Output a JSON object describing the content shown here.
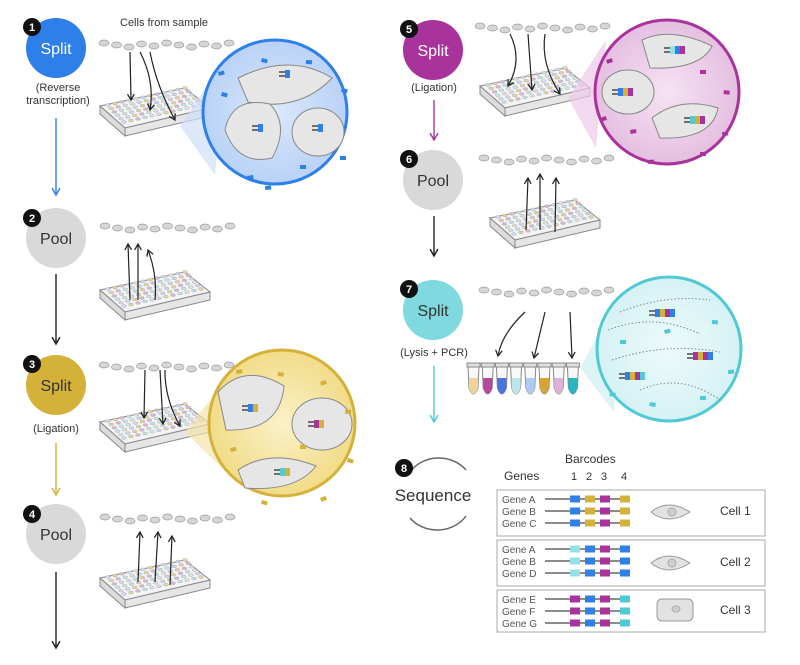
{
  "steps": [
    {
      "num": "1",
      "label": "Split",
      "sub": "(Reverse transcription)",
      "sub_l1": "(Reverse",
      "sub_l2": "transcription)",
      "color": "#2f7fe8"
    },
    {
      "num": "2",
      "label": "Pool",
      "color": "#d9d9d9"
    },
    {
      "num": "3",
      "label": "Split",
      "sub": "(Ligation)",
      "color": "#d4b23a"
    },
    {
      "num": "4",
      "label": "Pool",
      "color": "#d9d9d9"
    },
    {
      "num": "5",
      "label": "Split",
      "sub": "(Ligation)",
      "color": "#a8339b"
    },
    {
      "num": "6",
      "label": "Pool",
      "color": "#d9d9d9"
    },
    {
      "num": "7",
      "label": "Split",
      "sub": "(Lysis + PCR)",
      "color": "#7fd9df"
    },
    {
      "num": "8",
      "label": "Sequence"
    }
  ],
  "cells_from_sample": "Cells from sample",
  "table": {
    "genes_header": "Genes",
    "barcodes_header": "Barcodes",
    "barcode_numbers": [
      "1",
      "2",
      "3",
      "4"
    ],
    "groups": [
      {
        "cell": "Cell 1",
        "genes": [
          "Gene A",
          "Gene B",
          "Gene C"
        ]
      },
      {
        "cell": "Cell 2",
        "genes": [
          "Gene A",
          "Gene B",
          "Gene D"
        ]
      },
      {
        "cell": "Cell 3",
        "genes": [
          "Gene E",
          "Gene F",
          "Gene G"
        ]
      }
    ]
  },
  "colors": {
    "blue": "#2f7fe8",
    "gold": "#d4b23a",
    "purple": "#a8339b",
    "cyan": "#4fc9d3",
    "lightcyan": "#93e0e6",
    "gray": "#d9d9d9",
    "dark": "#222222"
  }
}
